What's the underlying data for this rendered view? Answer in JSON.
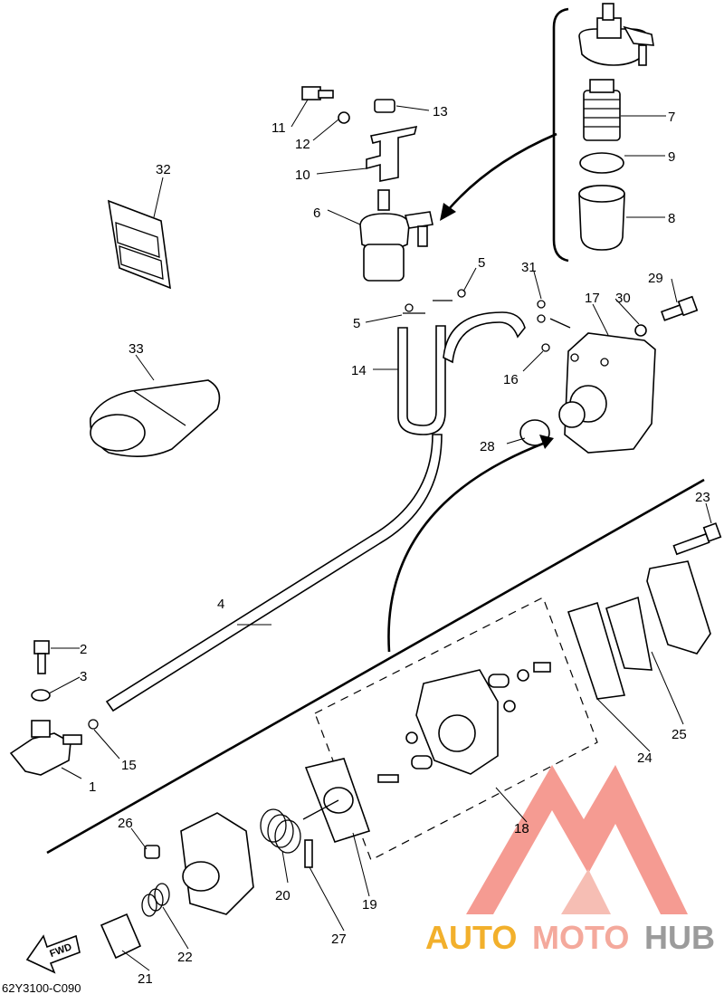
{
  "diagram_code": "62Y3100-C090",
  "fwd_label": "FWD",
  "watermark": {
    "left": "AUTO",
    "middle": "MOTO",
    "right": "HUB",
    "color_left": "#f2b02c",
    "color_middle": "#f4a99c",
    "color_right": "#9b9b9b",
    "logo_color": "#f27a6e"
  },
  "callouts": [
    "1",
    "2",
    "3",
    "4",
    "5",
    "5",
    "6",
    "7",
    "8",
    "9",
    "10",
    "11",
    "12",
    "13",
    "14",
    "15",
    "16",
    "17",
    "18",
    "19",
    "20",
    "21",
    "22",
    "23",
    "24",
    "25",
    "26",
    "27",
    "28",
    "29",
    "30",
    "31",
    "32",
    "33"
  ]
}
